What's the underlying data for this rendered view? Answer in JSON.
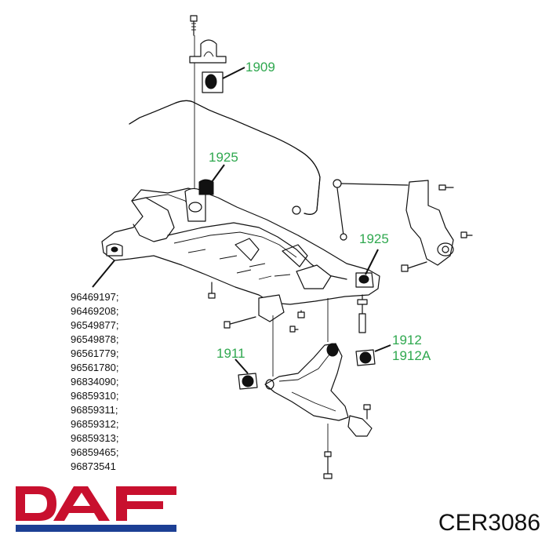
{
  "callouts": {
    "c1909": "1909",
    "c1925_top": "1925",
    "c1925_right": "1925",
    "c1912": "1912",
    "c1912a": "1912A",
    "c1911": "1911"
  },
  "part_numbers": [
    "96469197;",
    "96469208;",
    "96549877;",
    "96549878;",
    "96561779;",
    "96561780;",
    "96834090;",
    "96859310;",
    "96859311;",
    "96859312;",
    "96859313;",
    "96859465;",
    "96873541"
  ],
  "brand": {
    "name": "DAF",
    "letter_color": "#c8102e",
    "bar_color": "#1c3f94"
  },
  "product_code": "CER3086",
  "colors": {
    "callout": "#2fa84f",
    "line": "#111111"
  }
}
